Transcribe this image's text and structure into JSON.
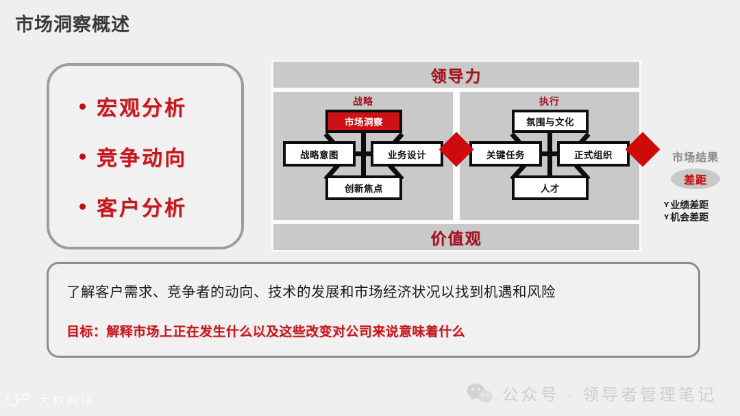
{
  "slide": {
    "title": "市场洞察概述",
    "colors": {
      "background": "#efefef",
      "accent_red": "#c8161d",
      "deep_red": "#a2111f",
      "highlight_red": "#cc1117",
      "band_gray": "#c9c9c9",
      "title_gray": "#3a3a3a"
    }
  },
  "bullets_panel": {
    "items": [
      {
        "label": "宏观分析"
      },
      {
        "label": "竞争动向"
      },
      {
        "label": "客户分析"
      }
    ]
  },
  "blm_diagram": {
    "top_band": "领导力",
    "bottom_band": "价值观",
    "quadrants": [
      {
        "title": "战略",
        "nodes": {
          "top": "市场洞察",
          "left": "战略意图",
          "right": "业务设计",
          "bottom": "创新焦点"
        },
        "highlight_node": "top"
      },
      {
        "title": "执行",
        "nodes": {
          "top": "氛围与文化",
          "left": "关键任务",
          "right": "正式组织",
          "bottom": "人才"
        },
        "highlight_node": "none"
      }
    ]
  },
  "market_result": {
    "label": "市场结果",
    "gap_badge": "差距",
    "gap_items": [
      {
        "marker": "Y",
        "label": "业绩差距"
      },
      {
        "marker": "Y",
        "label": "机会差距"
      }
    ]
  },
  "description_panel": {
    "line1": "了解客户需求、竞争者的动向、技术的发展和市场经济状况以找到机遇和风险",
    "line2": "目标：解释市场上正在发生什么以及这些改变对公司来说意味着什么"
  },
  "watermarks": {
    "footer_text": "公众号 · 领导者管理笔记",
    "footer_icon": "wechat-icon",
    "brand_text": "大数跨境",
    "brand_icon": "brand-logo-icon"
  }
}
